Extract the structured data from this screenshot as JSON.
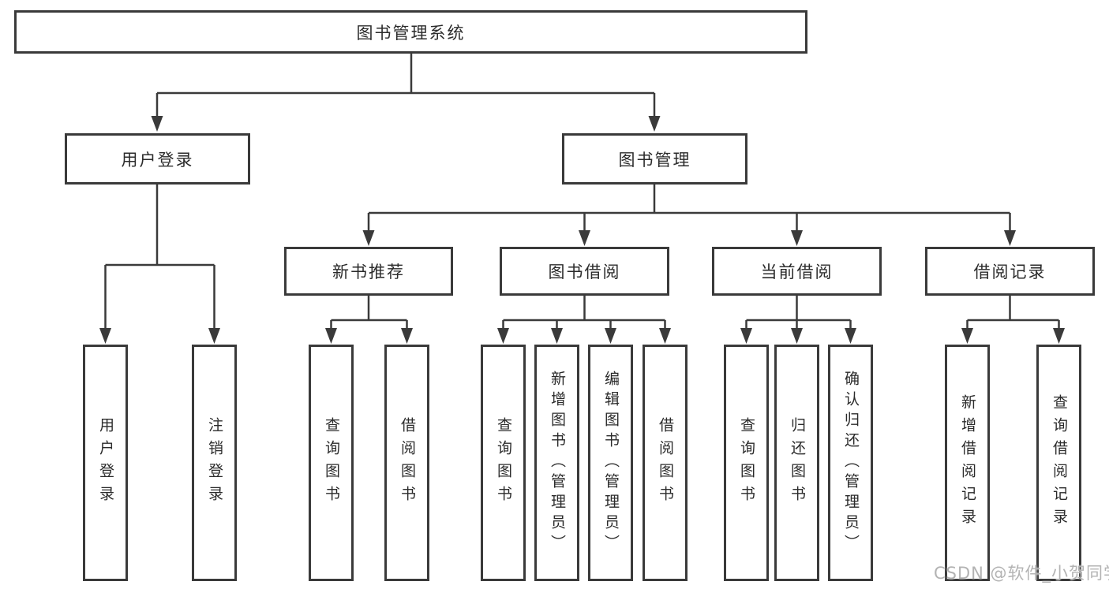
{
  "tree": {
    "root": {
      "label": "图书管理系统"
    },
    "branches": [
      {
        "label": "用户登录",
        "children": [
          {
            "label": "用户登录"
          },
          {
            "label": "注销登录"
          }
        ]
      },
      {
        "label": "图书管理",
        "children": [
          {
            "label": "新书推荐",
            "children": [
              {
                "label": "查询图书"
              },
              {
                "label": "借阅图书"
              }
            ]
          },
          {
            "label": "图书借阅",
            "children": [
              {
                "label": "查询图书"
              },
              {
                "label": "新增图书（管理员）"
              },
              {
                "label": "编辑图书（管理员）"
              },
              {
                "label": "借阅图书"
              }
            ]
          },
          {
            "label": "当前借阅",
            "children": [
              {
                "label": "查询图书"
              },
              {
                "label": "归还图书"
              },
              {
                "label": "确认归还（管理员）"
              }
            ]
          },
          {
            "label": "借阅记录",
            "children": [
              {
                "label": "新增借阅记录"
              },
              {
                "label": "查询借阅记录"
              }
            ]
          }
        ]
      }
    ]
  },
  "watermark": {
    "text": "CSDN @软件_小贺同学"
  },
  "colors": {
    "line": "#3a3a3a",
    "text": "#2b2b2b",
    "watermark": "#b3b3b3",
    "background": "#ffffff"
  }
}
